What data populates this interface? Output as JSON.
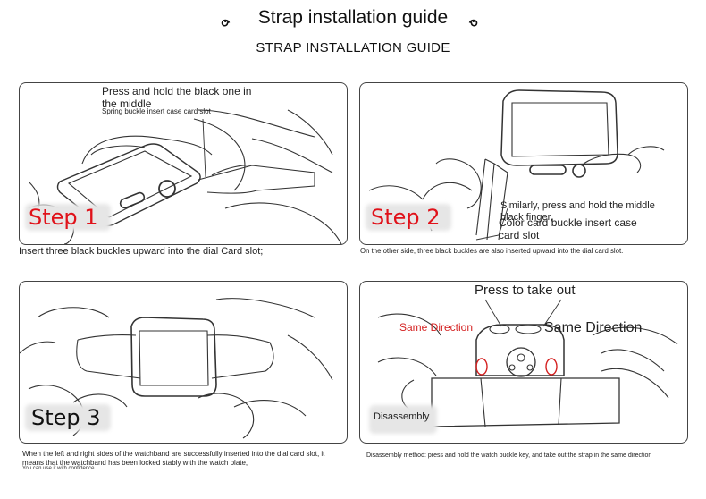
{
  "header": {
    "title": "Strap installation guide",
    "subtitle": "STRAP INSTALLATION GUIDE"
  },
  "panels": [
    {
      "step": "Step 1",
      "note_main": "Press and hold the black one in the middle",
      "note_sub": "Spring buckle insert case card slot",
      "caption": "Insert three black buckles upward into the dial Card slot;"
    },
    {
      "step": "Step 2",
      "note_main": "Similarly, press and hold the middle black finger,",
      "note_sub": "Color card buckle insert case card slot",
      "caption": "On the other side, three black buckles are also inserted upward into the dial card slot."
    },
    {
      "step": "Step 3",
      "caption": "When the left and right sides of the watchband are successfully inserted into the dial card slot, it means that the watchband has been locked stably with the watch plate,",
      "caption_small": "You can use it with confidence."
    },
    {
      "step": "Disassembly",
      "press_label": "Press to take out",
      "same_dir_red": "Same Direction",
      "same_dir_black": "Same Direction",
      "caption": "Disassembly method: press and hold the watch buckle key, and take out the strap in the same direction"
    }
  ]
}
